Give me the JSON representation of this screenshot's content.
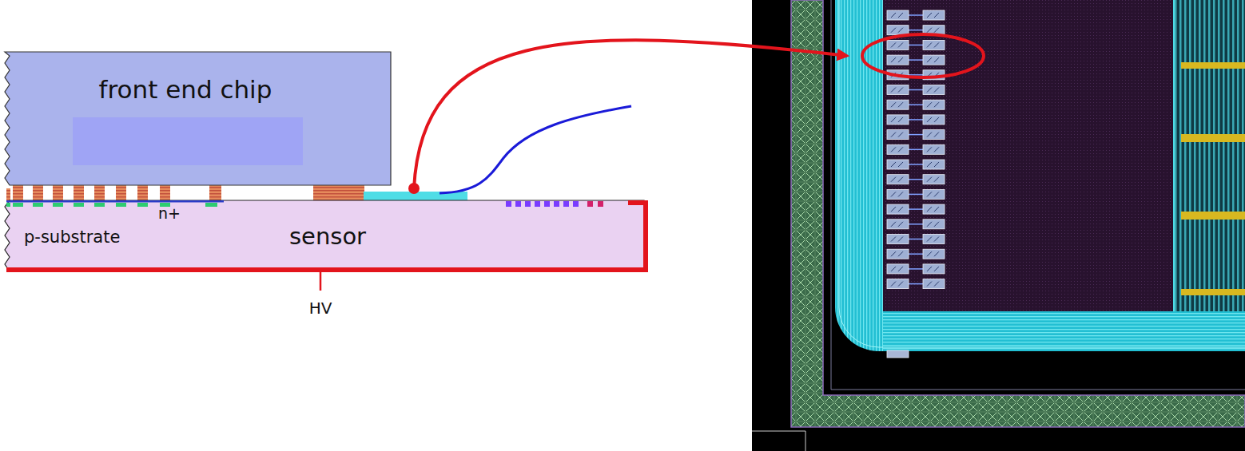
{
  "diagram": {
    "nodes": [
      {
        "text": [
          "front end chip"
        ]
      },
      {
        "text": [
          "p-substrate",
          "sensor"
        ]
      }
    ],
    "labels": [
      "n+",
      "HV"
    ]
  }
}
